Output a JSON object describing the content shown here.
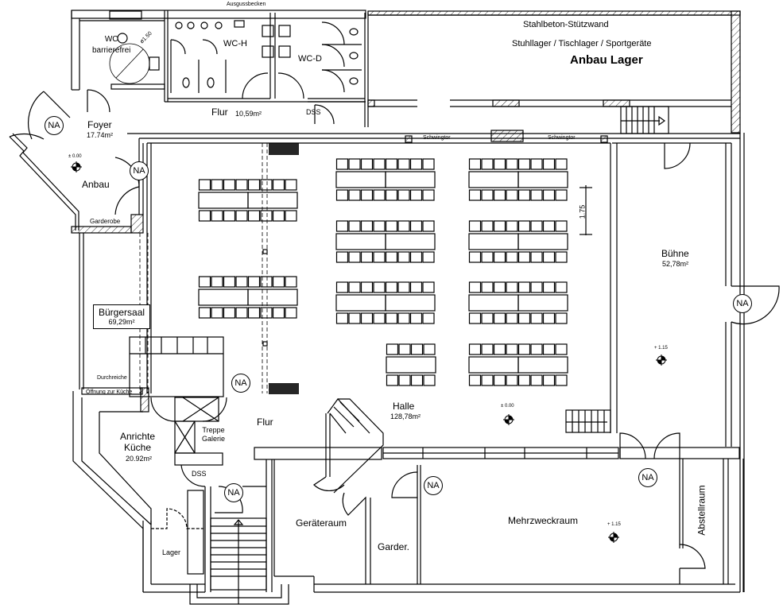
{
  "plan": {
    "type": "floor-plan",
    "rooms": {
      "wc_barrierefrei": {
        "name_line1": "WC",
        "name_line2": "barrierefrei",
        "turning_circle": "ø1.50"
      },
      "wc_h": {
        "name": "WC-H"
      },
      "wc_d": {
        "name": "WC-D"
      },
      "ausgussbecken": {
        "name": "Ausgussbecken"
      },
      "flur_top": {
        "name": "Flur",
        "area": "10,59m²"
      },
      "dss_top": {
        "name": "DSS"
      },
      "foyer": {
        "name": "Foyer",
        "area": "17.74m²",
        "level": "± 0.00"
      },
      "anbau": {
        "name": "Anbau"
      },
      "garderobe": {
        "name": "Garderobe"
      },
      "anbau_lager": {
        "wall_note": "Stahlbeton-Stützwand",
        "usage": "Stuhllager / Tischlager / Sportgeräte",
        "name": "Anbau Lager"
      },
      "schwingtor": [
        "Schwingtor",
        "Schwingtor"
      ],
      "buergersaal": {
        "name": "Bürgersaal",
        "area": "69,29m²"
      },
      "durchreiche": {
        "name": "Durchreiche",
        "opening": "Öffnung zur Küche"
      },
      "halle": {
        "name": "Halle",
        "area": "128,78m²",
        "level": "± 0.00"
      },
      "dimension": "1.75",
      "buehne": {
        "name": "Bühne",
        "area": "52,78m²",
        "level": "+ 1.15"
      },
      "anrichte_kueche": {
        "name_line1": "Anrichte",
        "name_line2": "Küche",
        "area": "20.92m²"
      },
      "treppe_galerie": {
        "name_line1": "Treppe",
        "name_line2": "Galerie"
      },
      "flur_mid": {
        "name": "Flur"
      },
      "dss_bottom": {
        "name": "DSS"
      },
      "lager": {
        "name": "Lager"
      },
      "geraeteraum": {
        "name": "Geräteraum"
      },
      "garder": {
        "name": "Garder."
      },
      "mehrzweckraum": {
        "name": "Mehrzweckraum",
        "level": "+ 1.15"
      },
      "abstellraum": {
        "name": "Abstellraum"
      }
    },
    "emergency_exit_label": "NA",
    "line_color": "#000000",
    "background": "#ffffff"
  }
}
